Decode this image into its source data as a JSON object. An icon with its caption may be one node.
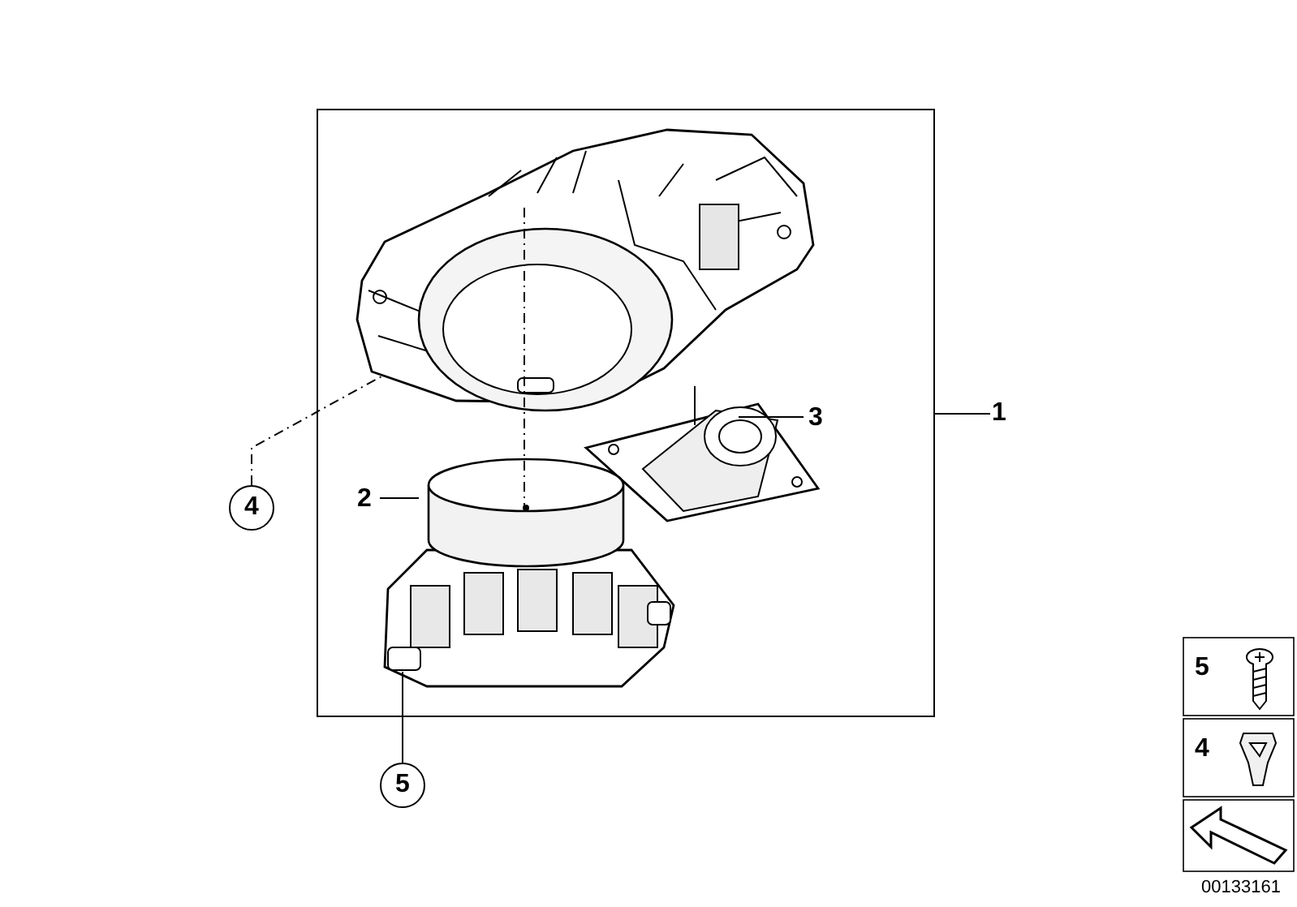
{
  "diagram": {
    "nodes": [
      {
        "text": [],
        "shape": "box"
      },
      {
        "text": [],
        "shape": "picture",
        "in": 0
      },
      {
        "text": [],
        "shape": "picture",
        "in": 0
      },
      {
        "text": [],
        "shape": "picture",
        "in": 0
      },
      {
        "text": [
          "1"
        ]
      },
      {
        "text": [
          "2"
        ],
        "in": 0
      },
      {
        "text": [
          "3"
        ],
        "in": 0
      },
      {
        "text": [
          "4"
        ]
      },
      {
        "text": [
          "5"
        ]
      }
    ],
    "edges": [
      {
        "from": 4,
        "to": 0,
        "arrow": "none"
      },
      {
        "from": 5,
        "to": 3,
        "arrow": "none"
      },
      {
        "from": 6,
        "to": 2,
        "arrow": "none"
      },
      {
        "from": 7,
        "to": 1,
        "arrow": "none",
        "style": "dashed"
      },
      {
        "from": 8,
        "to": 3,
        "arrow": "none"
      },
      {
        "from": 1,
        "to": 3,
        "arrow": "none",
        "style": "dashed"
      },
      {
        "from": 1,
        "to": 2,
        "arrow": "none"
      }
    ],
    "labels": [
      "5",
      "4",
      "00133161"
    ]
  }
}
